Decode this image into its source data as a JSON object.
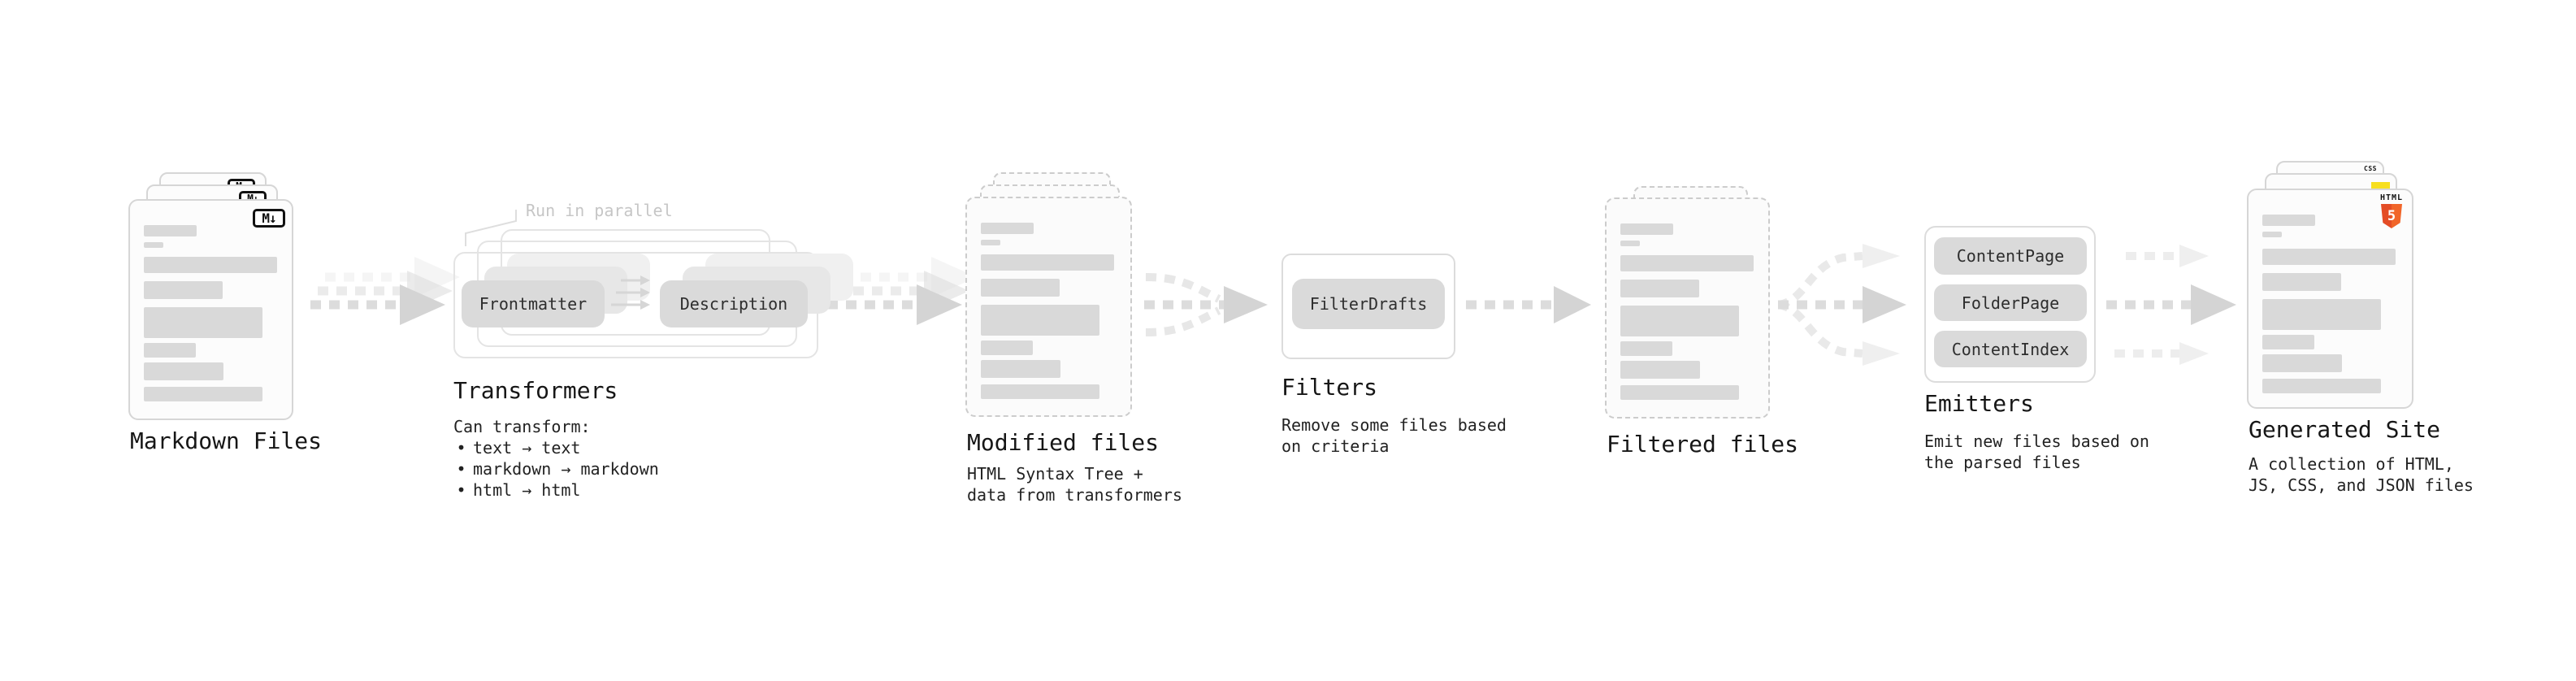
{
  "colors": {
    "page_bg": "#ffffff",
    "card_border": "#d6d6d6",
    "card_bg": "#fcfcfc",
    "dashed_border": "#cccccc",
    "skeleton_bar": "#d9d9d9",
    "pill_bg": "#dadada",
    "pill_text": "#2e2e2e",
    "container_border": "#e4e4e4",
    "arrow_main": "#dcdcdc",
    "arrow_head": "#d4d4d4",
    "arrow_faint": "#efefef",
    "note_text": "#c6c6c6",
    "heading_text": "#161616",
    "body_text": "#222222",
    "md_icon_border": "#111111",
    "html5_orange": "#e44d26",
    "html5_orange_light": "#f16529",
    "js_yellow": "#f7df1e",
    "css_blue": "#2f6de1"
  },
  "stages": {
    "markdown_files": {
      "title": "Markdown Files",
      "icon_label": "M↓"
    },
    "transformers": {
      "title": "Transformers",
      "note": "Run in parallel",
      "node_frontmatter": "Frontmatter",
      "node_description": "Description",
      "desc_heading": "Can transform:",
      "bullet_char": "•",
      "bullets": [
        "text → text",
        "markdown → markdown",
        "html → html"
      ]
    },
    "modified_files": {
      "title": "Modified files",
      "subtitle_lines": [
        "HTML Syntax Tree +",
        "data from transformers"
      ]
    },
    "filters": {
      "title": "Filters",
      "node": "FilterDrafts",
      "subtitle_lines": [
        "Remove some files based",
        "on criteria"
      ]
    },
    "filtered_files": {
      "title": "Filtered files"
    },
    "emitters": {
      "title": "Emitters",
      "nodes": [
        "ContentPage",
        "FolderPage",
        "ContentIndex"
      ],
      "subtitle_lines": [
        "Emit new files based on",
        "the parsed files"
      ]
    },
    "generated_site": {
      "title": "Generated Site",
      "subtitle_lines": [
        "A collection of HTML,",
        "JS, CSS, and JSON files"
      ],
      "css_badge": "CSS",
      "html5_caption": "HTML",
      "html5_numeral": "5"
    }
  }
}
